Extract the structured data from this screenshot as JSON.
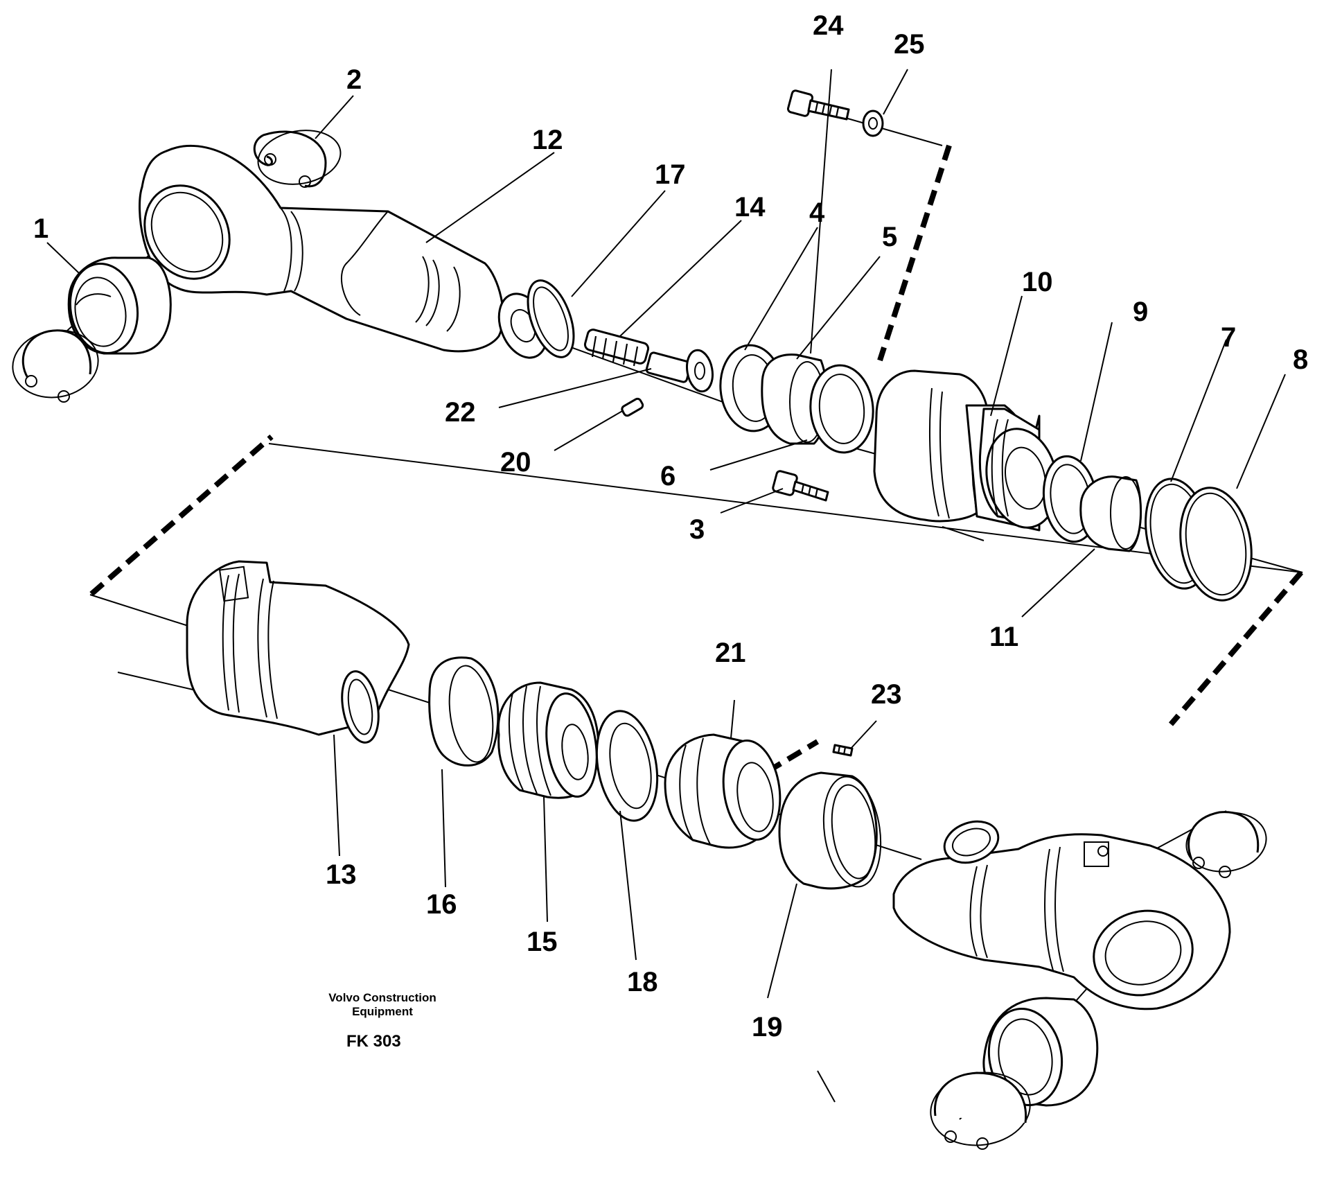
{
  "part_numbers": [
    "1",
    "2",
    "3",
    "4",
    "5",
    "6",
    "7",
    "8",
    "9",
    "10",
    "11",
    "12",
    "13",
    "14",
    "15",
    "16",
    "17",
    "18",
    "19",
    "20",
    "21",
    "22",
    "23",
    "24",
    "25"
  ],
  "caption": {
    "company_line1": "Volvo Construction",
    "company_line2": "Equipment",
    "figure_code": "FK 303"
  }
}
